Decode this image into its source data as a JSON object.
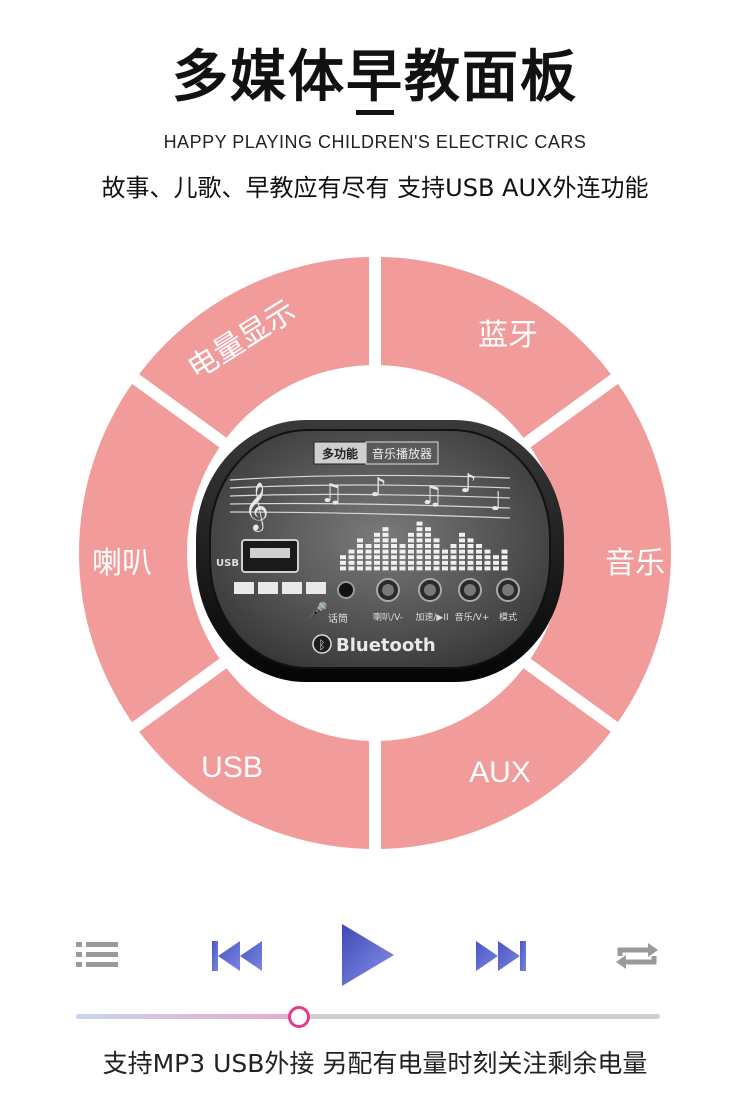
{
  "header": {
    "title": "多媒体早教面板",
    "subtitle_en": "HAPPY PLAYING CHILDREN'S ELECTRIC CARS",
    "subtitle_cn": "故事、儿歌、早教应有尽有 支持USB AUX外连功能"
  },
  "ring": {
    "color": "#f29b9b",
    "segments": [
      {
        "label": "电量显示"
      },
      {
        "label": "蓝牙"
      },
      {
        "label": "喇叭"
      },
      {
        "label": "音乐"
      },
      {
        "label": "USB"
      },
      {
        "label": "AUX"
      }
    ]
  },
  "device": {
    "badge_left": "多功能",
    "badge_right": "音乐播放器",
    "usb_label": "USB",
    "mic_label": "话筒",
    "buttons": [
      {
        "label": "喇叭/V-"
      },
      {
        "label": "加速/▶II"
      },
      {
        "label": "音乐/V+"
      },
      {
        "label": "模式"
      }
    ],
    "brand": "Bluetooth"
  },
  "player": {
    "icons": [
      "playlist-icon",
      "previous-icon",
      "play-icon",
      "next-icon",
      "repeat-icon"
    ],
    "accent": "#5b63c9",
    "progress": 0.38
  },
  "footer": {
    "text": "支持MP3 USB外接 另配有电量时刻关注剩余电量"
  }
}
